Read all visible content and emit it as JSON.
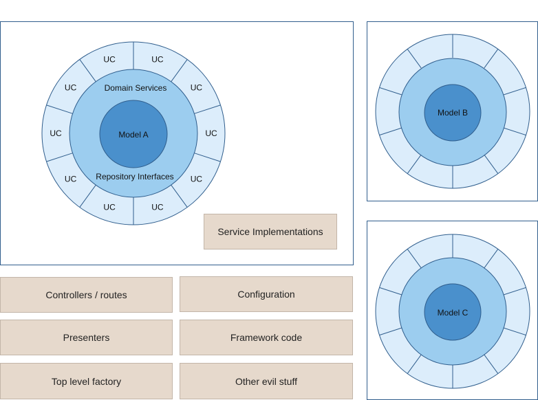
{
  "colors": {
    "frame_border": "#2f5d8c",
    "ring_outer_fill": "#dcedfb",
    "ring_middle_fill": "#9ccdef",
    "core_fill": "#4a90cc",
    "circle_stroke": "#2f5d8c",
    "box_fill": "#e6d9cc",
    "box_border": "#c2b5a8"
  },
  "model_a": {
    "core_label": "Model A",
    "domain_services_label": "Domain Services",
    "repository_interfaces_label": "Repository Interfaces",
    "use_case_labels": [
      "UC",
      "UC",
      "UC",
      "UC",
      "UC",
      "UC",
      "UC",
      "UC",
      "UC",
      "UC"
    ],
    "service_implementations_label": "Service Implementations"
  },
  "model_b": {
    "core_label": "Model B"
  },
  "model_c": {
    "core_label": "Model C"
  },
  "outer_boxes": [
    {
      "label": "Controllers / routes"
    },
    {
      "label": "Configuration"
    },
    {
      "label": "Presenters"
    },
    {
      "label": "Framework code"
    },
    {
      "label": "Top level factory"
    },
    {
      "label": "Other evil stuff"
    }
  ]
}
